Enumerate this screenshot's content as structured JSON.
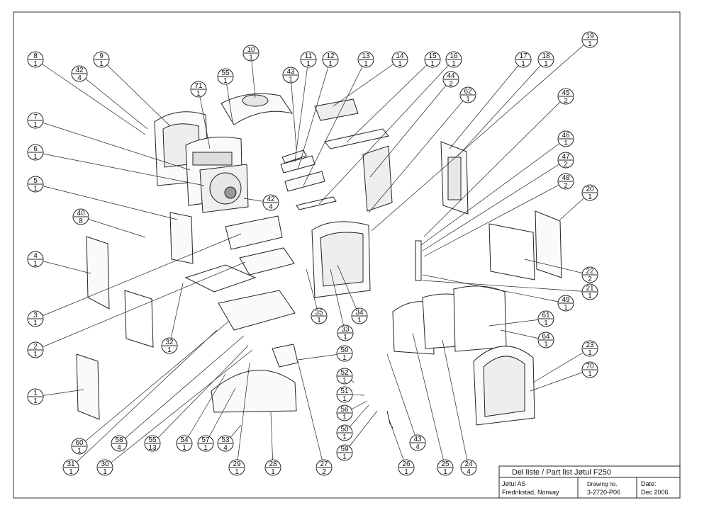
{
  "title_block": {
    "heading": "Del  liste / Part list  Jøtul F250",
    "company": "Jøtul AS",
    "location": "Fredrikstad, Norway",
    "drawing_label": "Drawing no.",
    "drawing_no": "3-2720-P06",
    "date_label": "Date:",
    "date": "Dec 2006"
  },
  "balloons": [
    {
      "id": "8",
      "qty": "1"
    },
    {
      "id": "9",
      "qty": "1"
    },
    {
      "id": "42",
      "qty": "4"
    },
    {
      "id": "7",
      "qty": "1"
    },
    {
      "id": "6",
      "qty": "1"
    },
    {
      "id": "5",
      "qty": "1"
    },
    {
      "id": "40",
      "qty": "8"
    },
    {
      "id": "4",
      "qty": "1"
    },
    {
      "id": "3",
      "qty": "1"
    },
    {
      "id": "2",
      "qty": "1"
    },
    {
      "id": "1",
      "qty": "1"
    },
    {
      "id": "10",
      "qty": "1"
    },
    {
      "id": "55",
      "qty": "1"
    },
    {
      "id": "71",
      "qty": "1"
    },
    {
      "id": "43",
      "qty": "1"
    },
    {
      "id": "11",
      "qty": "1"
    },
    {
      "id": "12",
      "qty": "1"
    },
    {
      "id": "13",
      "qty": "1"
    },
    {
      "id": "14",
      "qty": "1"
    },
    {
      "id": "15",
      "qty": "1"
    },
    {
      "id": "16",
      "qty": "1"
    },
    {
      "id": "44",
      "qty": "2"
    },
    {
      "id": "62",
      "qty": "1"
    },
    {
      "id": "17",
      "qty": "1"
    },
    {
      "id": "18",
      "qty": "1"
    },
    {
      "id": "19",
      "qty": "1"
    },
    {
      "id": "45",
      "qty": "2"
    },
    {
      "id": "46",
      "qty": "1"
    },
    {
      "id": "47",
      "qty": "2"
    },
    {
      "id": "48",
      "qty": "2"
    },
    {
      "id": "20",
      "qty": "1"
    },
    {
      "id": "22",
      "qty": "2"
    },
    {
      "id": "21",
      "qty": "1"
    },
    {
      "id": "49",
      "qty": "1"
    },
    {
      "id": "61",
      "qty": "1"
    },
    {
      "id": "64",
      "qty": "1"
    },
    {
      "id": "23",
      "qty": "1"
    },
    {
      "id": "70",
      "qty": "1"
    },
    {
      "id": "42",
      "qty": "4"
    },
    {
      "id": "35",
      "qty": "1"
    },
    {
      "id": "34",
      "qty": "1"
    },
    {
      "id": "33",
      "qty": "1"
    },
    {
      "id": "32",
      "qty": "1"
    },
    {
      "id": "50",
      "qty": "1"
    },
    {
      "id": "52",
      "qty": "1"
    },
    {
      "id": "51",
      "qty": "1"
    },
    {
      "id": "56",
      "qty": "1"
    },
    {
      "id": "50",
      "qty": "1"
    },
    {
      "id": "59",
      "qty": "1"
    },
    {
      "id": "43",
      "qty": "4"
    },
    {
      "id": "60",
      "qty": "1"
    },
    {
      "id": "58",
      "qty": "4"
    },
    {
      "id": "55",
      "qty": "13"
    },
    {
      "id": "54",
      "qty": "1"
    },
    {
      "id": "57",
      "qty": "1"
    },
    {
      "id": "53",
      "qty": "4"
    },
    {
      "id": "31",
      "qty": "1"
    },
    {
      "id": "30",
      "qty": "1"
    },
    {
      "id": "29",
      "qty": "1"
    },
    {
      "id": "28",
      "qty": "1"
    },
    {
      "id": "27",
      "qty": "2"
    },
    {
      "id": "26",
      "qty": "1"
    },
    {
      "id": "25",
      "qty": "1"
    },
    {
      "id": "24",
      "qty": "4"
    }
  ]
}
